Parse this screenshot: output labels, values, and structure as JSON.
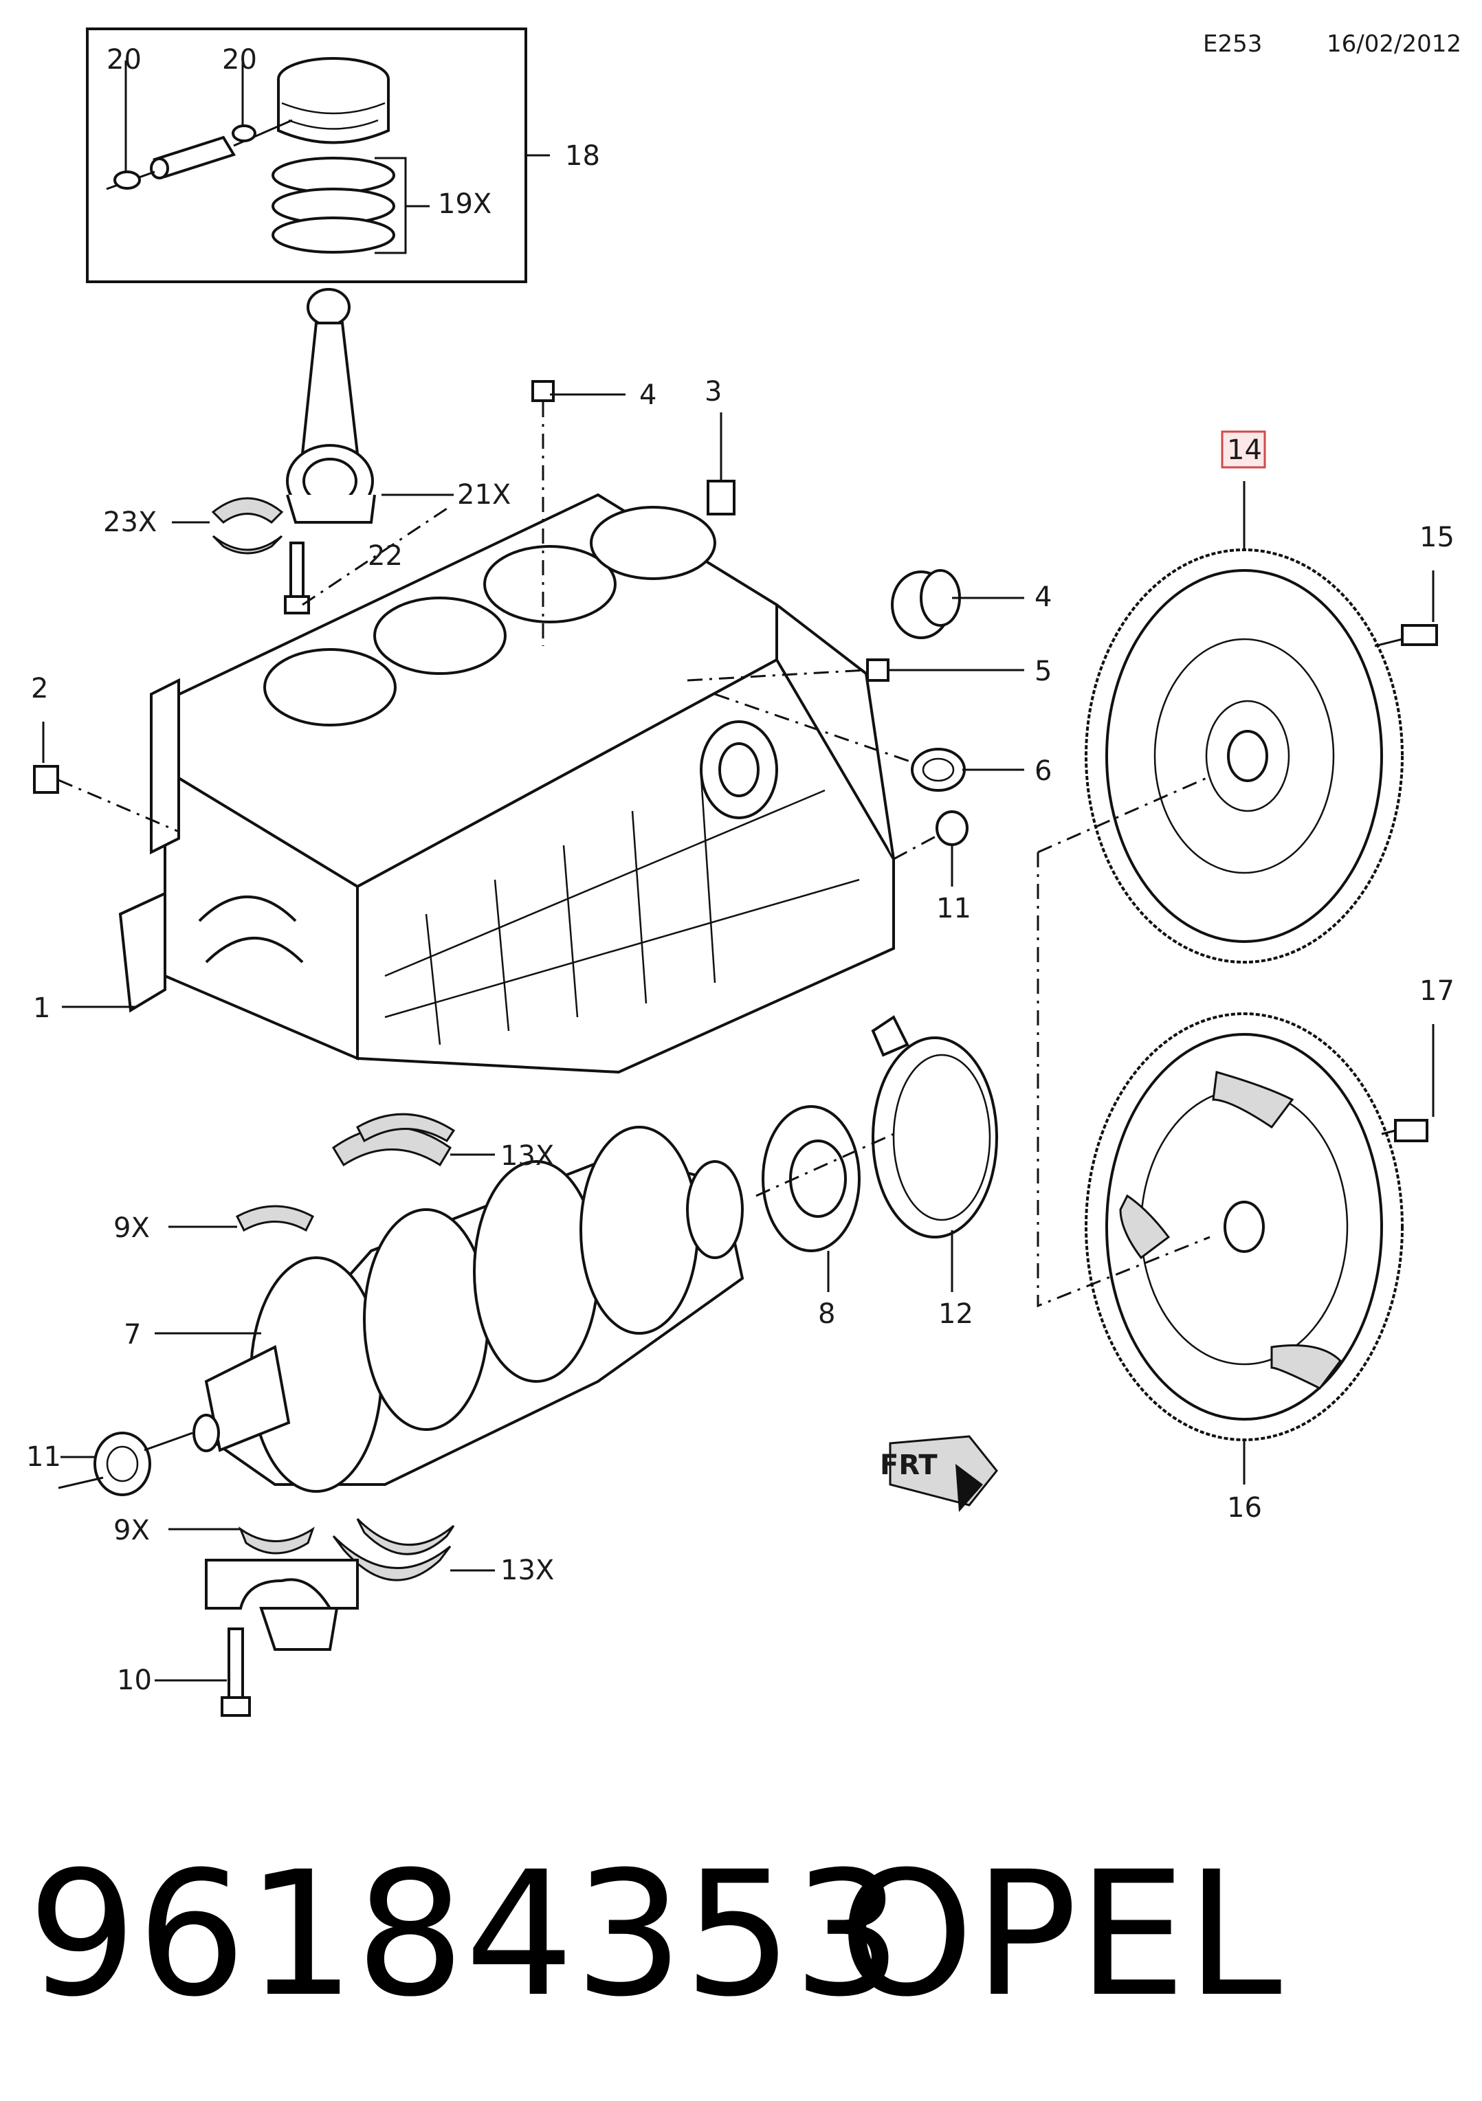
{
  "header": {
    "code": "E253",
    "date": "16/02/2012"
  },
  "callouts": {
    "c1": "1",
    "c2": "2",
    "c3": "3",
    "c4a": "4",
    "c4b": "4",
    "c5": "5",
    "c6": "6",
    "c7": "7",
    "c8": "8",
    "c9a": "9X",
    "c9b": "9X",
    "c10": "10",
    "c11a": "11",
    "c11b": "11",
    "c12": "12",
    "c13a": "13X",
    "c13b": "13X",
    "c14": "14",
    "c15": "15",
    "c16": "16",
    "c17": "17",
    "c18": "18",
    "c19": "19X",
    "c20a": "20",
    "c20b": "20",
    "c21": "21X",
    "c22": "22",
    "c23": "23X"
  },
  "direction_marker": {
    "text": "FRT",
    "icon": "front-arrow-icon"
  },
  "highlighted_callout": "14",
  "footer": {
    "part_number": "96184353",
    "brand": "OPEL"
  }
}
